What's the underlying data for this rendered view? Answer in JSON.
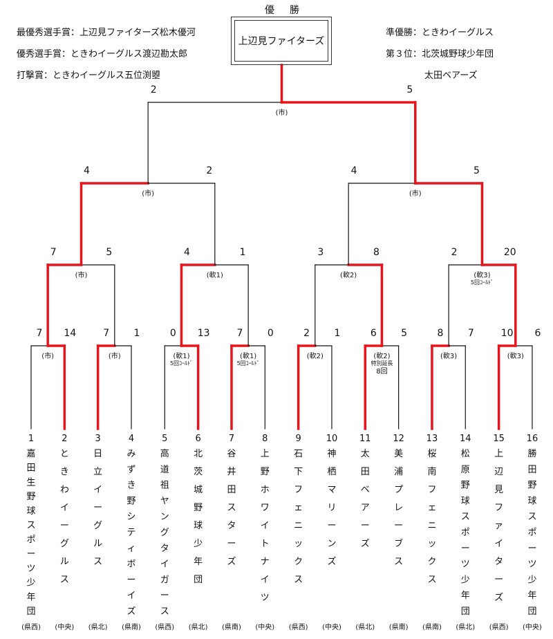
{
  "header": {
    "champion_title": "優　勝",
    "champion": "上辺見ファイターズ",
    "awards": [
      "最優秀選手賞：上辺見ファイターズ松木優河",
      "優秀選手賞：ときわイーグルス渡辺勘太郎",
      "打撃賞：ときわイーグルス五位渕曌"
    ],
    "runner_up": "準優勝：ときわイーグルス",
    "third_place": "第３位：北茨城野球少年団",
    "third_place_2": "太田ベアーズ"
  },
  "teams": [
    {
      "no": "1",
      "name": "嘉田生野球スポーツ少年団",
      "region": "(県西)"
    },
    {
      "no": "2",
      "name": "ときわイーグルス",
      "region": "(中央)"
    },
    {
      "no": "3",
      "name": "日立イーグルス",
      "region": "(県北)"
    },
    {
      "no": "4",
      "name": "みずき野シティボーイズ",
      "region": "(県南)"
    },
    {
      "no": "5",
      "name": "高道祖ヤングタイガース",
      "region": "(県西)"
    },
    {
      "no": "6",
      "name": "北茨城野球少年団",
      "region": "(県北)"
    },
    {
      "no": "7",
      "name": "谷井田スターズ",
      "region": "(県南)"
    },
    {
      "no": "8",
      "name": "上野ホワイトナイツ",
      "region": "(中央)"
    },
    {
      "no": "9",
      "name": "石下フェニックス",
      "region": "(県西)"
    },
    {
      "no": "10",
      "name": "神栖マリーンズ",
      "region": "(中央)"
    },
    {
      "no": "11",
      "name": "太田ベアーズ",
      "region": "(県北)"
    },
    {
      "no": "12",
      "name": "美浦プレーブス",
      "region": "(県南)"
    },
    {
      "no": "13",
      "name": "桜南フェニックス",
      "region": "(県南)"
    },
    {
      "no": "14",
      "name": "松原野球スポーツ少年団",
      "region": "(県北)"
    },
    {
      "no": "15",
      "name": "上辺見ファイターズ",
      "region": "(県西)"
    },
    {
      "no": "16",
      "name": "勝田野球スポーツ少年団",
      "region": "(中央)"
    }
  ],
  "rounds": [
    [
      {
        "scores": [
          "7",
          "14"
        ],
        "venue": "(市)",
        "note": "",
        "winner": 1
      },
      {
        "scores": [
          "7",
          "1"
        ],
        "venue": "(市)",
        "note": "",
        "winner": 0
      },
      {
        "scores": [
          "0",
          "13"
        ],
        "venue": "(軟1)",
        "note": "5回ｺｰﾙﾄﾞ",
        "winner": 1
      },
      {
        "scores": [
          "7",
          "0"
        ],
        "venue": "(軟1)",
        "note": "5回ｺｰﾙﾄﾞ",
        "winner": 0
      },
      {
        "scores": [
          "2",
          "1"
        ],
        "venue": "(軟2)",
        "note": "",
        "winner": 0
      },
      {
        "scores": [
          "6",
          "5"
        ],
        "venue": "(軟2)",
        "note": "特別延長",
        "note2": "8回",
        "winner": 0
      },
      {
        "scores": [
          "8",
          "7"
        ],
        "venue": "(軟3)",
        "note": "",
        "winner": 0
      },
      {
        "scores": [
          "10",
          "6"
        ],
        "venue": "(軟3)",
        "note": "",
        "winner": 0
      }
    ],
    [
      {
        "scores": [
          "7",
          "5"
        ],
        "venue": "(市)",
        "note": "",
        "winner": 0
      },
      {
        "scores": [
          "4",
          "1"
        ],
        "venue": "(軟1)",
        "note": "",
        "winner": 0
      },
      {
        "scores": [
          "3",
          "8"
        ],
        "venue": "(軟2)",
        "note": "",
        "winner": 1
      },
      {
        "scores": [
          "2",
          "20"
        ],
        "venue": "(軟3)",
        "note": "5回ｺｰﾙﾄﾞ",
        "winner": 1
      }
    ],
    [
      {
        "scores": [
          "4",
          "2"
        ],
        "venue": "(市)",
        "note": "",
        "winner": 0
      },
      {
        "scores": [
          "4",
          "5"
        ],
        "venue": "(市)",
        "note": "",
        "winner": 1
      }
    ],
    [
      {
        "scores": [
          "2",
          "5"
        ],
        "venue": "(市)",
        "note": "",
        "winner": 1
      }
    ]
  ],
  "colors": {
    "win_line": "#e8141c",
    "line": "#111111"
  }
}
